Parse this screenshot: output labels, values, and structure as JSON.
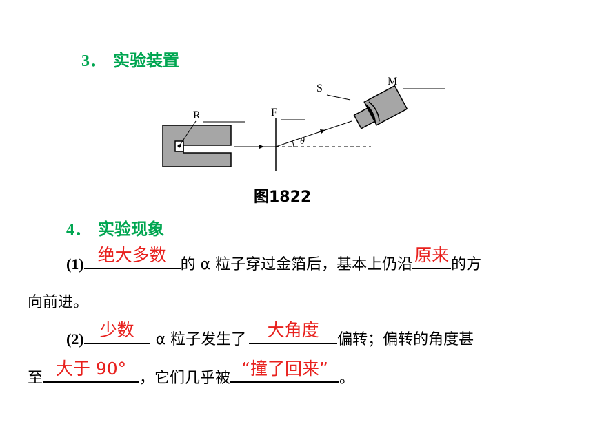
{
  "section3": {
    "number": "3．",
    "title": "实验装置"
  },
  "diagram": {
    "label_r": "R",
    "label_f": "F",
    "label_s": "S",
    "label_m": "M",
    "label_theta": "θ"
  },
  "figure_caption": "图1822",
  "section4": {
    "number": "4．",
    "title": "实验现象"
  },
  "para1": {
    "prefix": "(1)",
    "answer1": "绝大多数",
    "middle": "的 α 粒子穿过金箔后，基本上仍沿",
    "answer2": "原来",
    "suffix": "的方",
    "line2": "向前进。"
  },
  "para2": {
    "prefix": "(2)",
    "answer1": "少数",
    "middle1": "α  粒子发生了",
    "answer2": "大角度",
    "middle2": "偏转；偏转的角度甚",
    "line2_prefix": "至",
    "answer3": "大于 90°",
    "middle3": "，它们几乎被",
    "answer4": "“撞了回来”",
    "suffix": "。"
  },
  "colors": {
    "heading_green": "#00a651",
    "answer_red": "#e8211e",
    "apparatus_gray": "#a6a6a6"
  }
}
